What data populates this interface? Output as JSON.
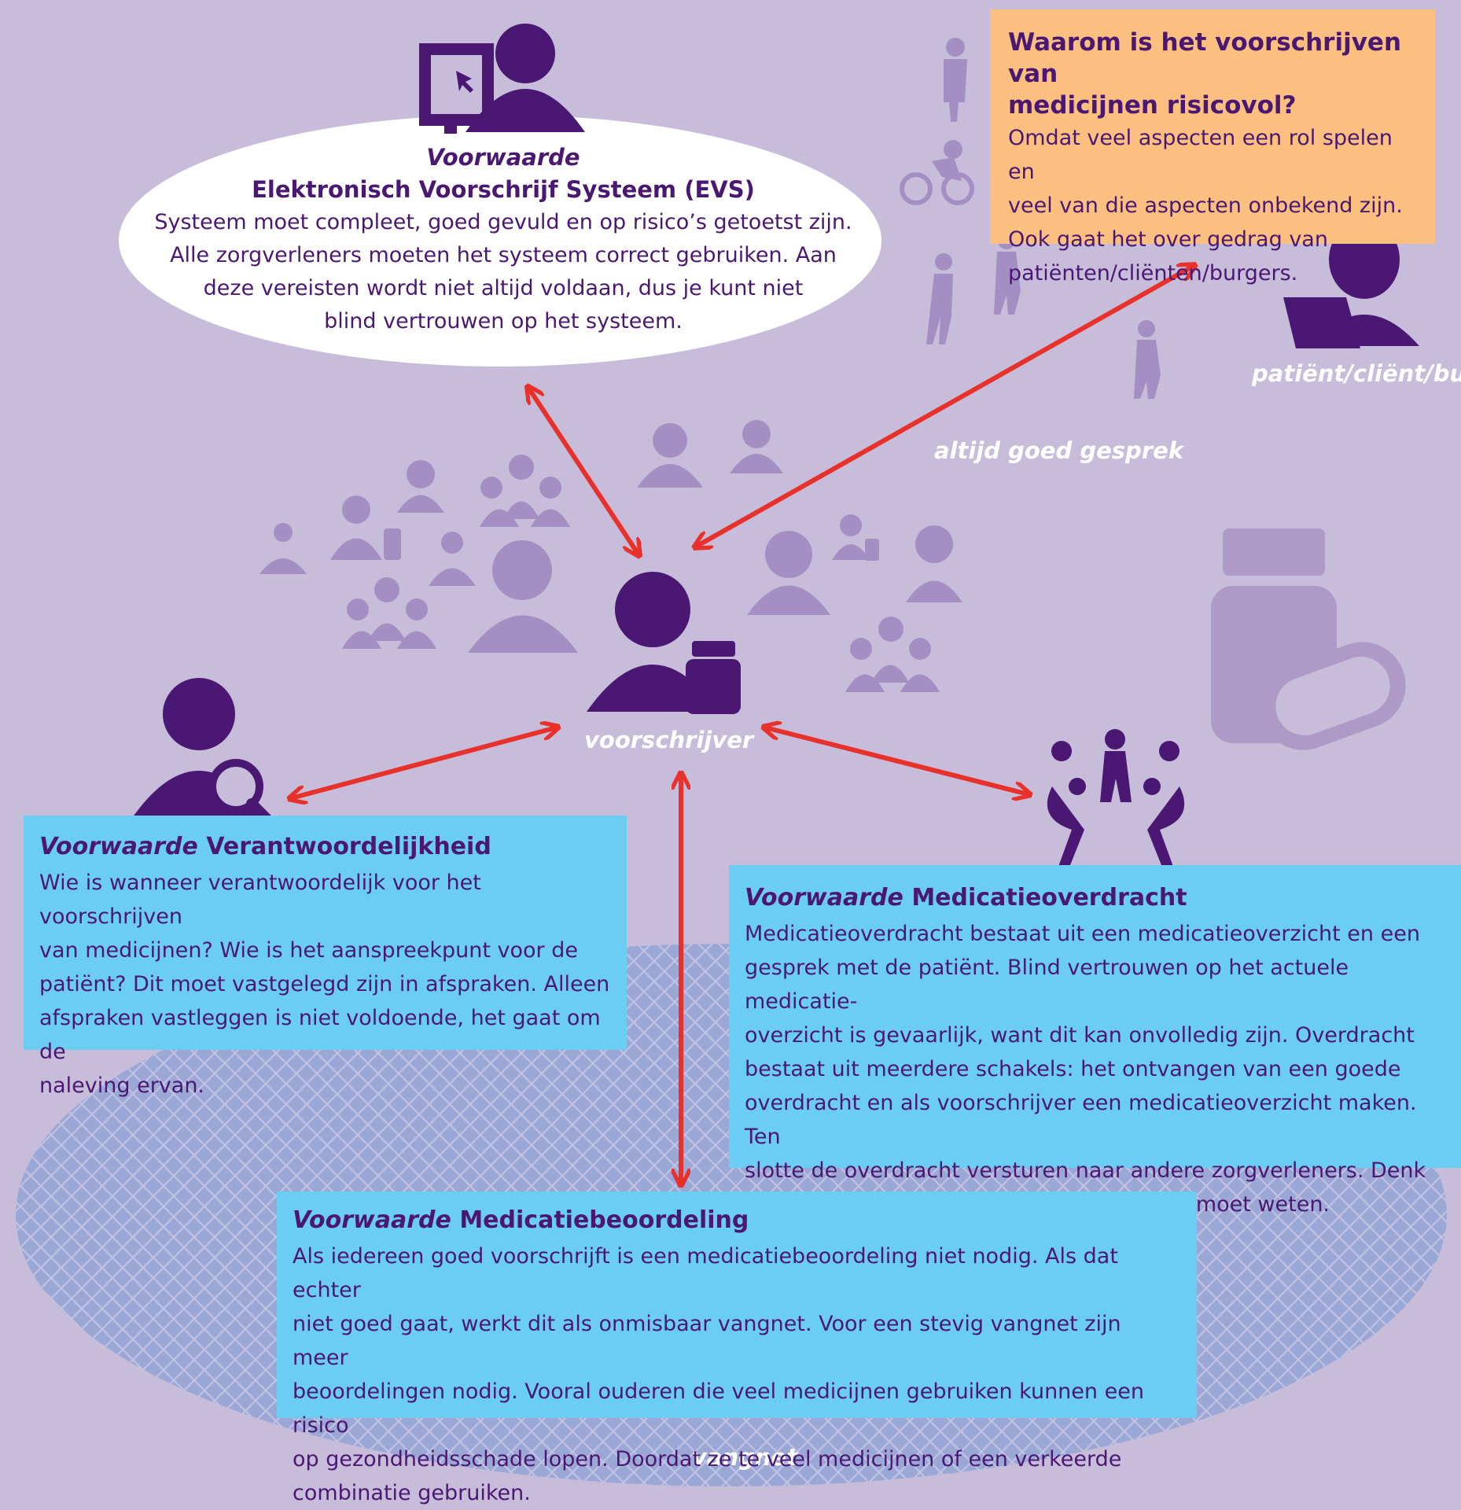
{
  "evs": {
    "keyword": "Voorwaarde",
    "title": "Elektronisch Voorschrijf Systeem (EVS)",
    "lines": [
      "Systeem moet compleet, goed gevuld en op risico’s getoetst zijn.",
      "Alle zorgverleners moeten het systeem correct gebruiken. Aan",
      "deze vereisten wordt niet altijd voldaan, dus je kunt niet",
      "blind vertrouwen op het systeem."
    ]
  },
  "risk": {
    "title_line1": "Waarom is het voorschrijven van",
    "title_line2": "medicijnen risicovol?",
    "lines": [
      "Omdat veel aspecten een rol spelen en",
      "veel van die aspecten onbekend zijn.",
      "Ook gaat het over gedrag van",
      "patiënten/cliënten/burgers."
    ]
  },
  "labels": {
    "patient": "patiënt/cliënt/burger",
    "conversation": "altijd goed gesprek",
    "prescriber": "voorschrijver",
    "safety_net": "vangnet"
  },
  "responsibility": {
    "keyword": "Voorwaarde",
    "title": "Verantwoordelijkheid",
    "lines": [
      "Wie is wanneer verantwoordelijk voor het voorschrijven",
      "van medicijnen? Wie is het aanspreekpunt voor de",
      "patiënt? Dit moet vastgelegd zijn in afspraken. Alleen",
      "afspraken vastleggen is niet voldoende, het gaat om de",
      "naleving ervan."
    ]
  },
  "transfer": {
    "keyword": "Voorwaarde",
    "title": "Medicatieoverdracht",
    "lines": [
      "Medicatieoverdracht bestaat uit een medicatieoverzicht en een",
      "gesprek met de patiënt. Blind vertrouwen op het actuele medicatie-",
      "overzicht is gevaarlijk, want dit kan onvolledig zijn. Overdracht",
      "bestaat uit meerdere schakels:  het ontvangen van een goede",
      "overdracht en als voorschrijver een medicatieoverzicht maken. Ten",
      "slotte de overdracht versturen naar andere zorgverleners. Denk",
      "daarbij aan wat de volgende zorgverlener moet weten."
    ]
  },
  "review": {
    "keyword": "Voorwaarde",
    "title": "Medicatiebeoordeling",
    "lines": [
      "Als iedereen goed voorschrijft is een medicatiebeoordeling niet nodig. Als dat echter",
      "niet goed gaat, werkt dit als onmisbaar vangnet. Voor een stevig vangnet zijn meer",
      "beoordelingen nodig. Vooral ouderen die veel medicijnen gebruiken kunnen een risico",
      "op gezondheidsschade lopen. Doordat ze te veel medicijnen of een verkeerde",
      "combinatie gebruiken."
    ]
  },
  "colors": {
    "background": "#c7bcd9",
    "purple_dark": "#4a1872",
    "purple_light": "#a48fc2",
    "blue_box": "#6ccdf2",
    "orange_box": "#fbbf80",
    "arrow": "#e8312b",
    "net": "#9ba8d6"
  },
  "icons": [
    "computer-user-icon",
    "prescriber-icon",
    "doctor-icon",
    "nurse-icon",
    "group-icon",
    "cyclist-icon",
    "walking-person-icon",
    "patient-laptop-icon",
    "magnifier-person-icon",
    "teamwork-icon",
    "medicine-bottle-icon",
    "pill-icon"
  ]
}
